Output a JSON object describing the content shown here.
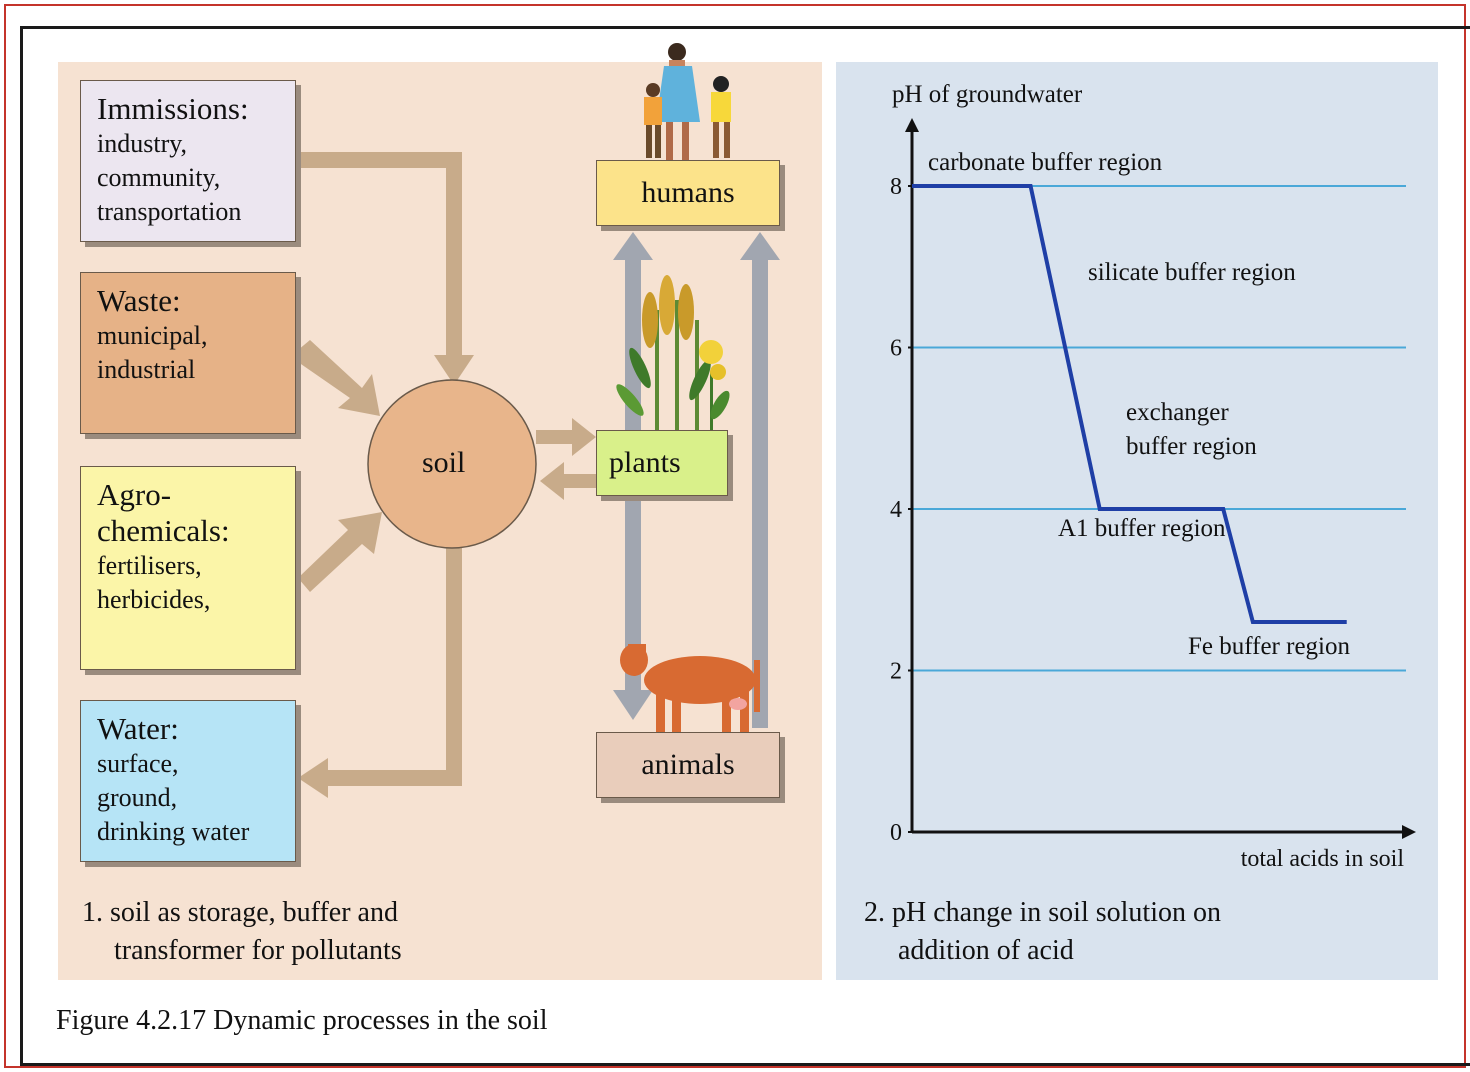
{
  "figure": {
    "caption": "Figure 4.2.17 Dynamic processes in the soil"
  },
  "left_panel": {
    "sources": [
      {
        "title": "Immissions:",
        "lines": [
          "industry,",
          "community,",
          "transportation"
        ],
        "color": "#ece6f0"
      },
      {
        "title": "Waste:",
        "lines": [
          "municipal,",
          "industrial"
        ],
        "color": "#e6b287"
      },
      {
        "title": "Agro-",
        "title2": "chemicals:",
        "lines": [
          "fertilisers,",
          "herbicides,"
        ],
        "color": "#fbf5a8"
      },
      {
        "title": "Water:",
        "lines": [
          "surface,",
          "ground,",
          "drinking water"
        ],
        "color": "#b6e4f6"
      }
    ],
    "soil_label": "soil",
    "nodes": {
      "humans": "humans",
      "plants": "plants",
      "animals": "animals"
    },
    "caption_line1": "1. soil as storage, buffer and",
    "caption_line2": "transformer for pollutants",
    "colors": {
      "arrow": "#c8ab8a",
      "soil": "#e8b58b",
      "humans": "#fce38a",
      "plants": "#d9f08a",
      "animals": "#e9cdbb",
      "vertical": "#a1a6b0"
    }
  },
  "chart_data": {
    "type": "line",
    "ylabel": "pH of groundwater",
    "xlabel": "total acids in soil",
    "ylim": [
      0,
      8
    ],
    "yticks": [
      0,
      2,
      4,
      6,
      8
    ],
    "grid": true,
    "series": [
      {
        "x": [
          0,
          0.24,
          0.38,
          0.63,
          0.69,
          0.88
        ],
        "y": [
          8,
          8,
          4,
          4,
          2.6,
          2.6
        ]
      }
    ],
    "annotations": [
      {
        "text": "carbonate buffer region"
      },
      {
        "text": "silicate buffer region"
      },
      {
        "text": "exchanger",
        "text2": "buffer region"
      },
      {
        "text": "A1 buffer region"
      },
      {
        "text": "Fe buffer region"
      }
    ],
    "caption_line1": "2. pH change in soil solution on",
    "caption_line2": "addition of acid",
    "colors": {
      "line": "#1f3fa6",
      "grid": "#4aa8d8",
      "axis": "#111111"
    }
  }
}
